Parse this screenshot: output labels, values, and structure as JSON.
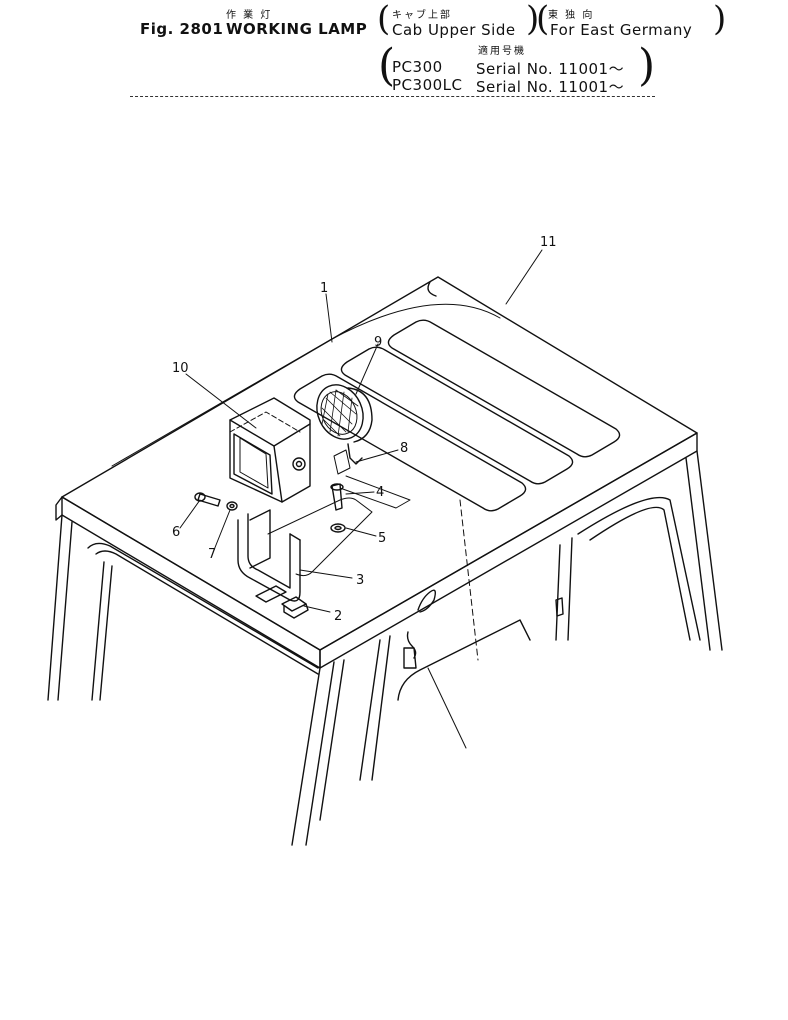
{
  "header": {
    "jp_title": "作 業 灯",
    "jp_location": "キャブ上部",
    "jp_region": "東 独 向",
    "jp_applicable": "適用号機",
    "fig_label": "Fig. 2801",
    "title": "WORKING LAMP",
    "location": "Cab Upper Side",
    "region": "For East Germany",
    "models": [
      {
        "model": "PC300",
        "serial": "Serial No. 11001～"
      },
      {
        "model": "PC300LC",
        "serial": "Serial No. 11001～"
      }
    ]
  },
  "callouts": [
    "1",
    "2",
    "3",
    "4",
    "5",
    "6",
    "7",
    "8",
    "9",
    "10",
    "11"
  ]
}
